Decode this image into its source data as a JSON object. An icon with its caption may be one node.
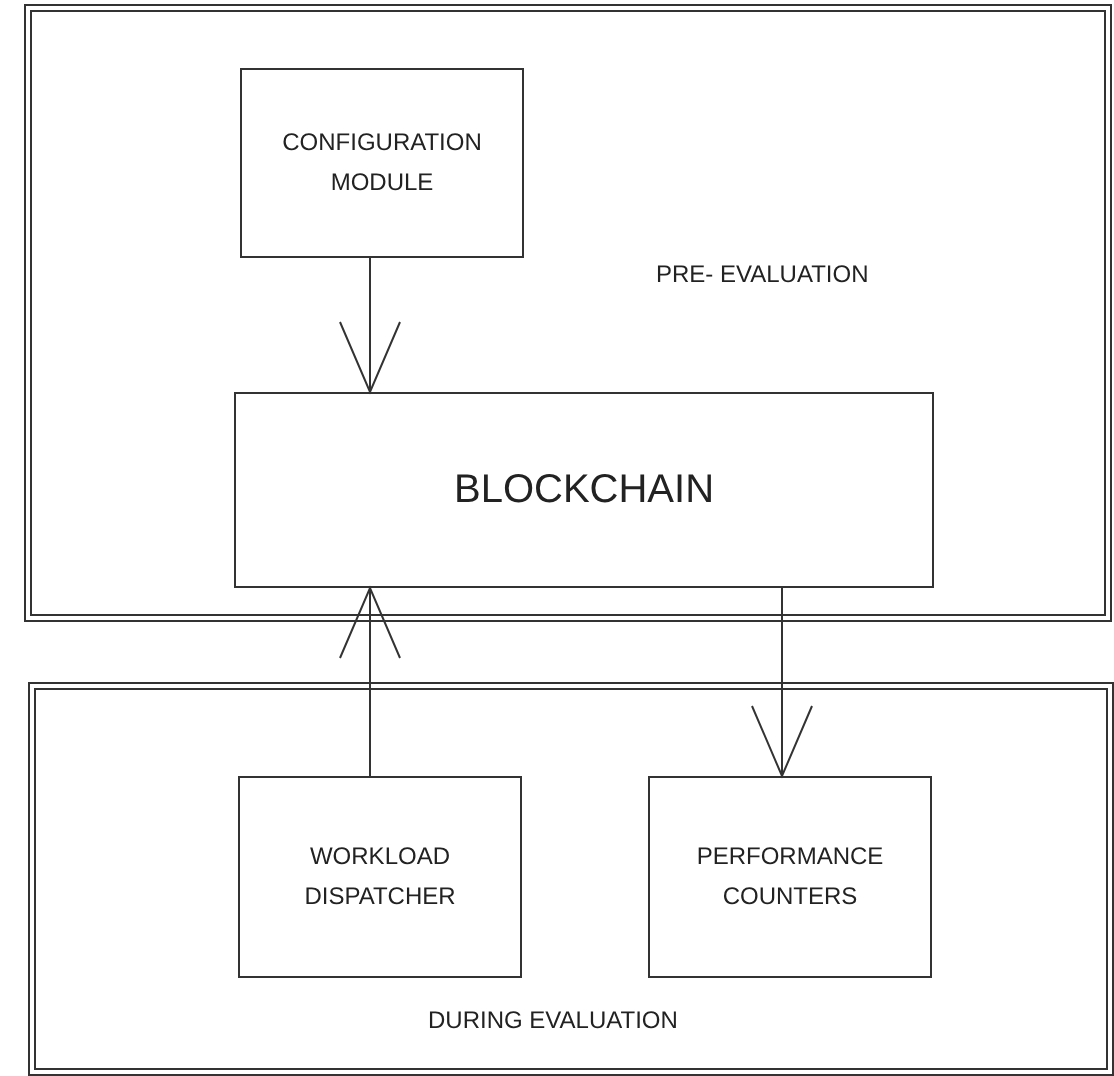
{
  "diagram": {
    "nodes": [
      {
        "text": [
          "PRE- EVALUATION"
        ]
      },
      {
        "text": [
          "CONFIGURATION MODULE"
        ],
        "in": 0
      },
      {
        "text": [
          "BLOCKCHAIN"
        ],
        "in": 0
      },
      {
        "text": [
          "DURING EVALUATION"
        ]
      },
      {
        "text": [
          "WORKLOAD DISPATCHER"
        ],
        "in": 3
      },
      {
        "text": [
          "PERFORMANCE COUNTERS"
        ],
        "in": 3
      }
    ],
    "edges": [
      {
        "from": 1,
        "to": 2,
        "arrow": "to"
      },
      {
        "from": 4,
        "to": 2,
        "arrow": "to"
      },
      {
        "from": 2,
        "to": 5,
        "arrow": "to"
      }
    ]
  }
}
